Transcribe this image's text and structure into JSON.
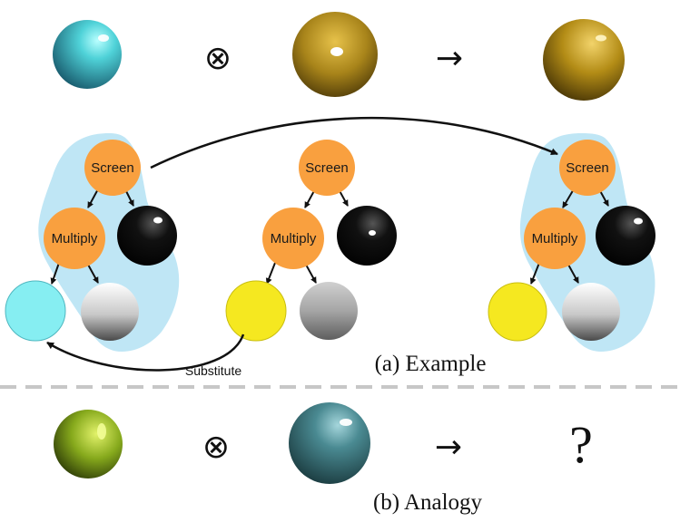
{
  "section_a": {
    "caption": "(a) Example",
    "left_tree": {
      "root": "Screen",
      "child": "Multiply"
    },
    "middle_tree": {
      "root": "Screen",
      "child": "Multiply"
    },
    "right_tree": {
      "root": "Screen",
      "child": "Multiply"
    },
    "substitute_label": "Substitute"
  },
  "section_b": {
    "caption": "(b) Analogy",
    "unknown_symbol": "?"
  },
  "symbols": {
    "operator": "⊗",
    "arrow": "→"
  },
  "colors": {
    "node_orange": "#f9a03f",
    "highlight_blue": "#bfe6f5",
    "divider": "#c7c7c7",
    "cyan_sphere": "#4fc3cc",
    "gold_sphere": "#b08a1a",
    "black_sphere": "#111111",
    "yellow_disc": "#f5e820",
    "light_cyan_disc": "#86eef2",
    "green_sphere": "#7aa21d",
    "teal_sphere": "#3f7f86"
  }
}
